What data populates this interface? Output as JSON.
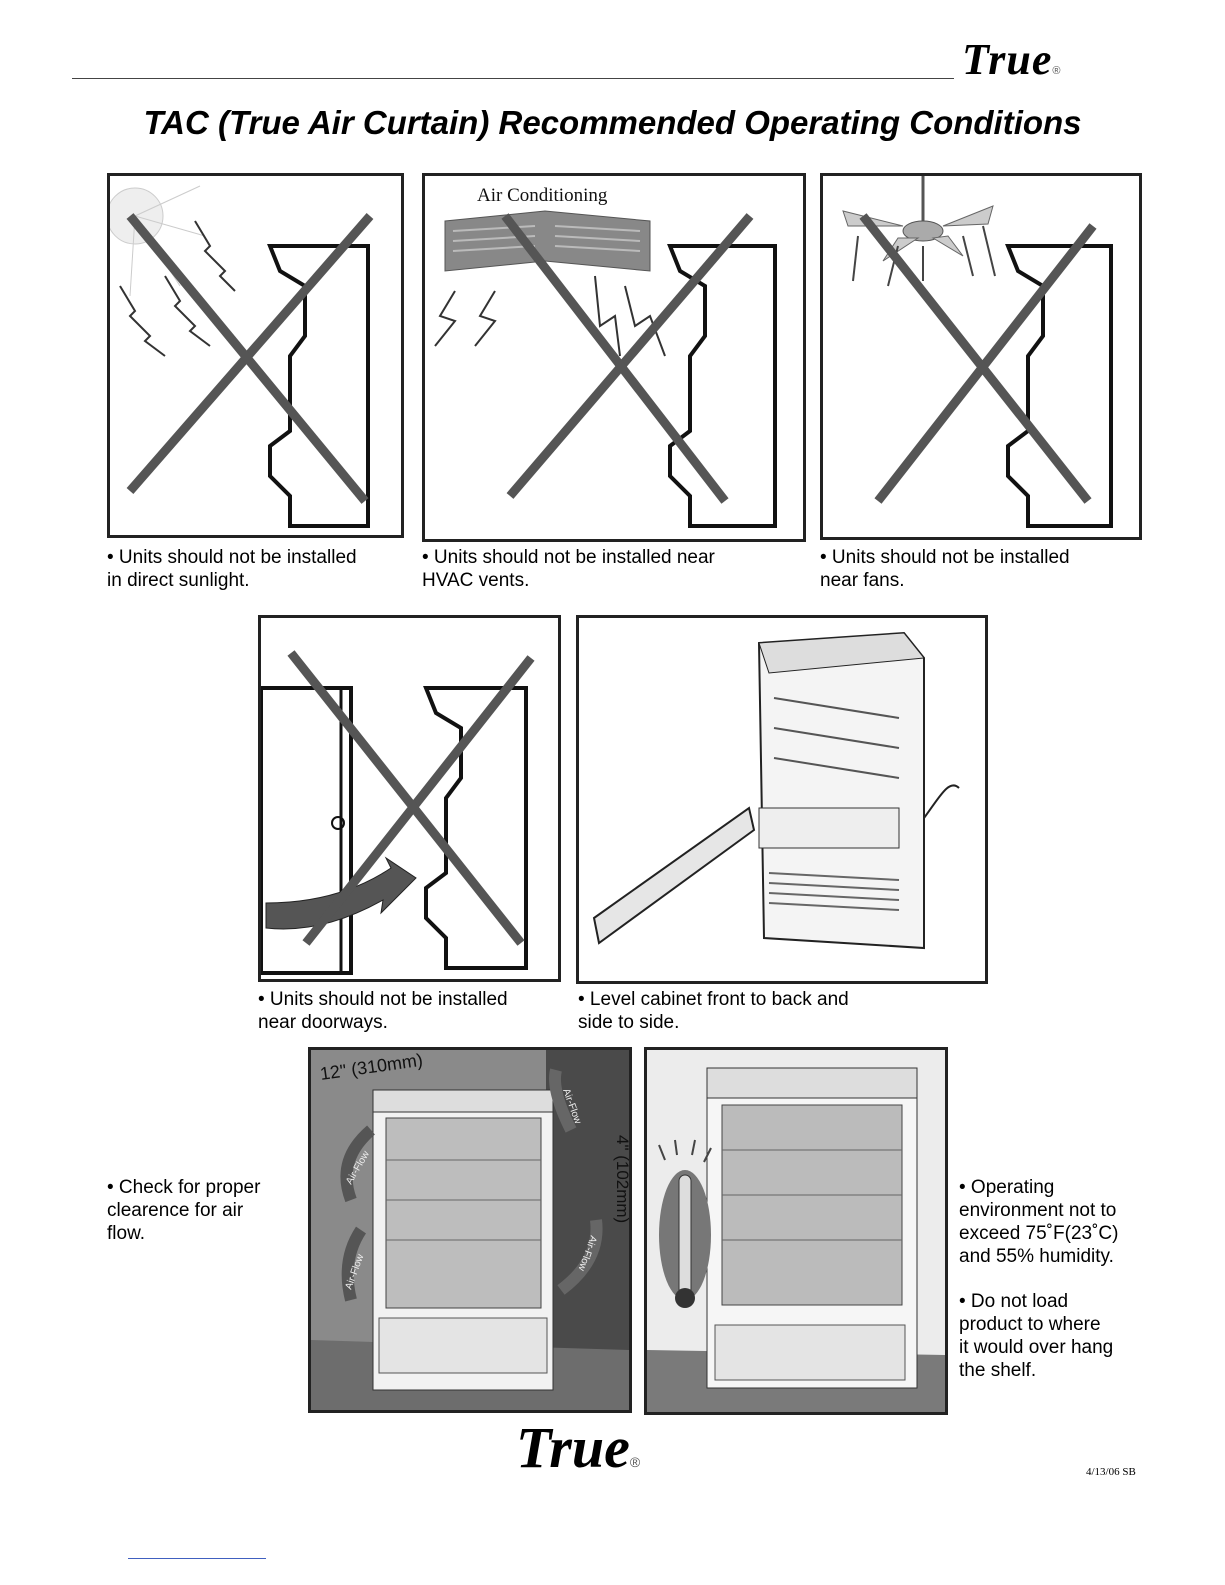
{
  "header": {
    "logo_text": "True",
    "registered_mark": "®",
    "title": "TAC (True Air Curtain) Recommended Operating Conditions"
  },
  "panels": [
    {
      "id": "sunlight",
      "caption_line1": "• Units should not be installed",
      "caption_line2": "in direct sunlight."
    },
    {
      "id": "hvac",
      "label": "Air Conditioning",
      "caption_line1": "• Units should not be installed near",
      "caption_line2": "HVAC vents."
    },
    {
      "id": "fans",
      "caption_line1": "• Units should not be installed",
      "caption_line2": "near fans."
    },
    {
      "id": "doorways",
      "caption_line1": "• Units should not be installed",
      "caption_line2": "near doorways."
    },
    {
      "id": "level",
      "caption_line1": "• Level cabinet front to back and",
      "caption_line2": "side to side."
    }
  ],
  "airflow_photo": {
    "top_clearance": "12\" (310mm)",
    "side_clearance": "4\" (102mm)",
    "arrow_label": "Air-Flow"
  },
  "notes": {
    "left": [
      "• Check for proper",
      "clearence for air",
      "flow."
    ],
    "right_operating": [
      "• Operating",
      "environment not to",
      "exceed 75˚F(23˚C)",
      "and 55% humidity."
    ],
    "right_load": [
      "• Do not load",
      "product to where",
      "it would over hang",
      "the shelf."
    ]
  },
  "footer": {
    "logo_text": "True",
    "registered_mark": "®",
    "date": "4/13/06 SB"
  },
  "colors": {
    "x_mark": "#555555",
    "frame": "#222222",
    "wall": "#4a4a4a"
  }
}
